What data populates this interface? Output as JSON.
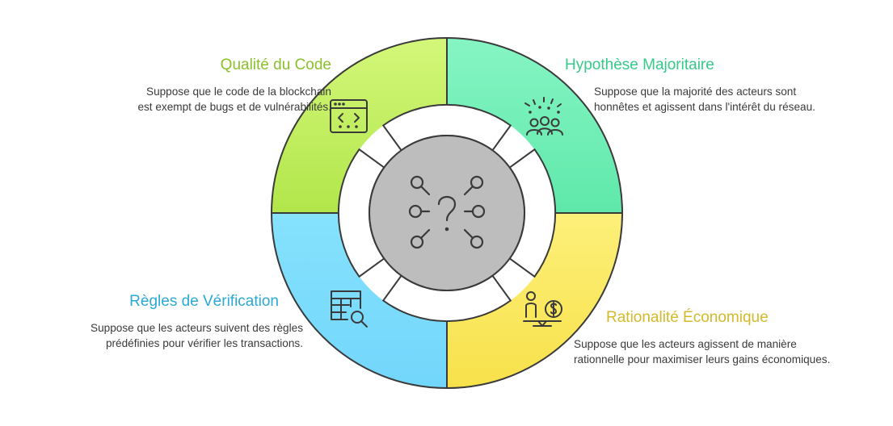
{
  "colors": {
    "code": "#c3ee66",
    "majority": "#71f0b8",
    "verification": "#7fdcfc",
    "economic": "#fcea63",
    "center": "#bdbdbd",
    "outline": "#3a3a3a",
    "code_title": "#8bbf2a",
    "majority_title": "#36c98a",
    "verification_title": "#2aa9d6",
    "economic_title": "#d4b92a"
  },
  "sections": {
    "code": {
      "title": "Qualité du Code",
      "line1": "Suppose que le code de la blockchain",
      "line2": "est exempt de bugs et de vulnérabilités.",
      "icon": "code-window-icon"
    },
    "majority": {
      "title": "Hypothèse Majoritaire",
      "line1": "Suppose que la majorité des acteurs sont",
      "line2": "honnêtes et agissent dans l'intérêt du réseau.",
      "icon": "celebrating-group-icon"
    },
    "verification": {
      "title": "Règles de Vérification",
      "line1": "Suppose que les acteurs suivent des règles",
      "line2": "prédéfinies pour vérifier les transactions.",
      "icon": "table-search-icon"
    },
    "economic": {
      "title": "Rationalité Économique",
      "line1": "Suppose que les acteurs agissent de manière",
      "line2": "rationnelle pour maximiser leurs gains économiques.",
      "icon": "person-balance-coin-icon"
    }
  },
  "center": {
    "icon": "question-network-icon"
  }
}
